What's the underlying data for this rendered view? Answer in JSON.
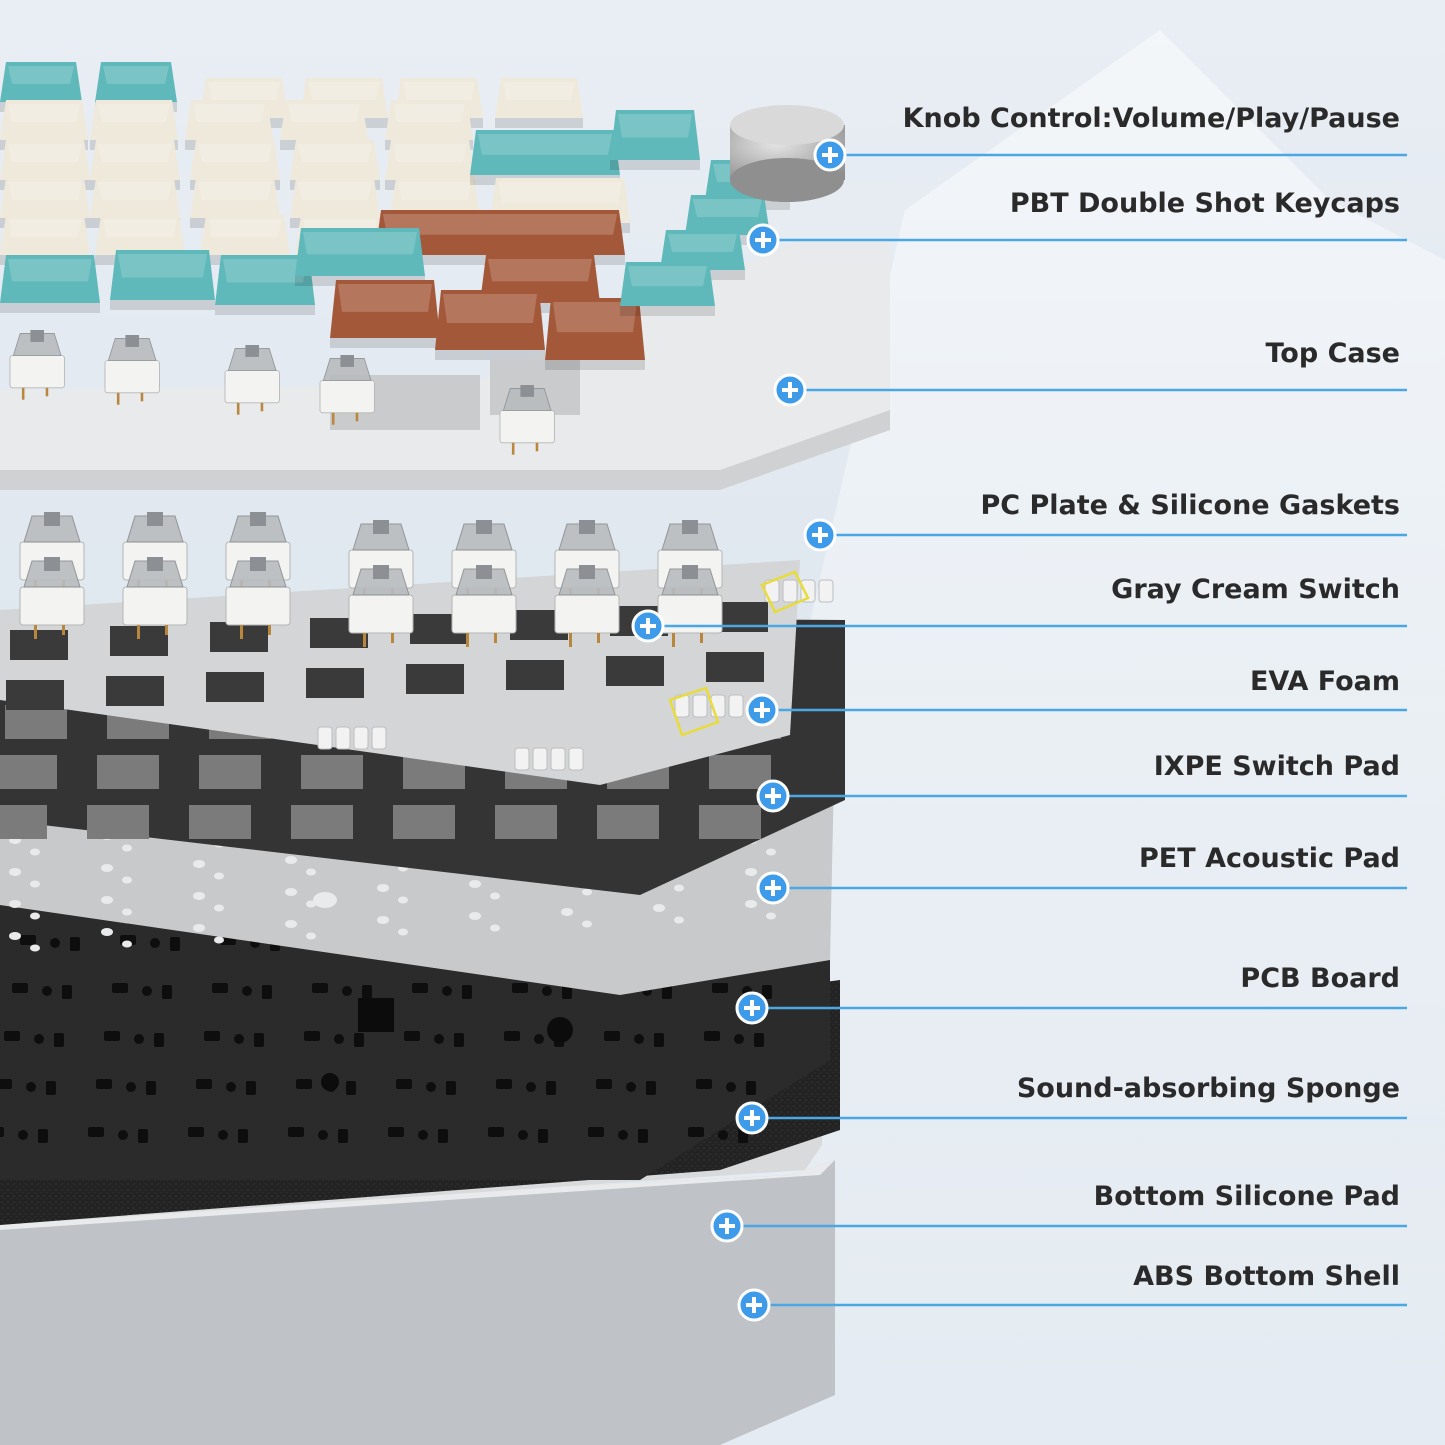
{
  "accent_color": "#3d9be9",
  "line_color": "#4aa7e3",
  "keycap_colors": {
    "cream": "#efe9dc",
    "teal": "#5fb8b9",
    "brown": "#a4583a"
  },
  "components": [
    {
      "label": "Knob Control:Volume/Play/Pause",
      "icon": "plus-icon"
    },
    {
      "label": "PBT Double Shot Keycaps",
      "icon": "plus-icon"
    },
    {
      "label": "Top Case",
      "icon": "plus-icon"
    },
    {
      "label": "PC Plate & Silicone Gaskets",
      "icon": "plus-icon"
    },
    {
      "label": "Gray Cream Switch",
      "icon": "plus-icon"
    },
    {
      "label": "EVA Foam",
      "icon": "plus-icon"
    },
    {
      "label": "IXPE Switch Pad",
      "icon": "plus-icon"
    },
    {
      "label": "PET Acoustic Pad",
      "icon": "plus-icon"
    },
    {
      "label": "PCB Board",
      "icon": "plus-icon"
    },
    {
      "label": "Sound-absorbing Sponge",
      "icon": "plus-icon"
    },
    {
      "label": "Bottom Silicone Pad",
      "icon": "plus-icon"
    },
    {
      "label": "ABS Bottom Shell",
      "icon": "plus-icon"
    }
  ]
}
